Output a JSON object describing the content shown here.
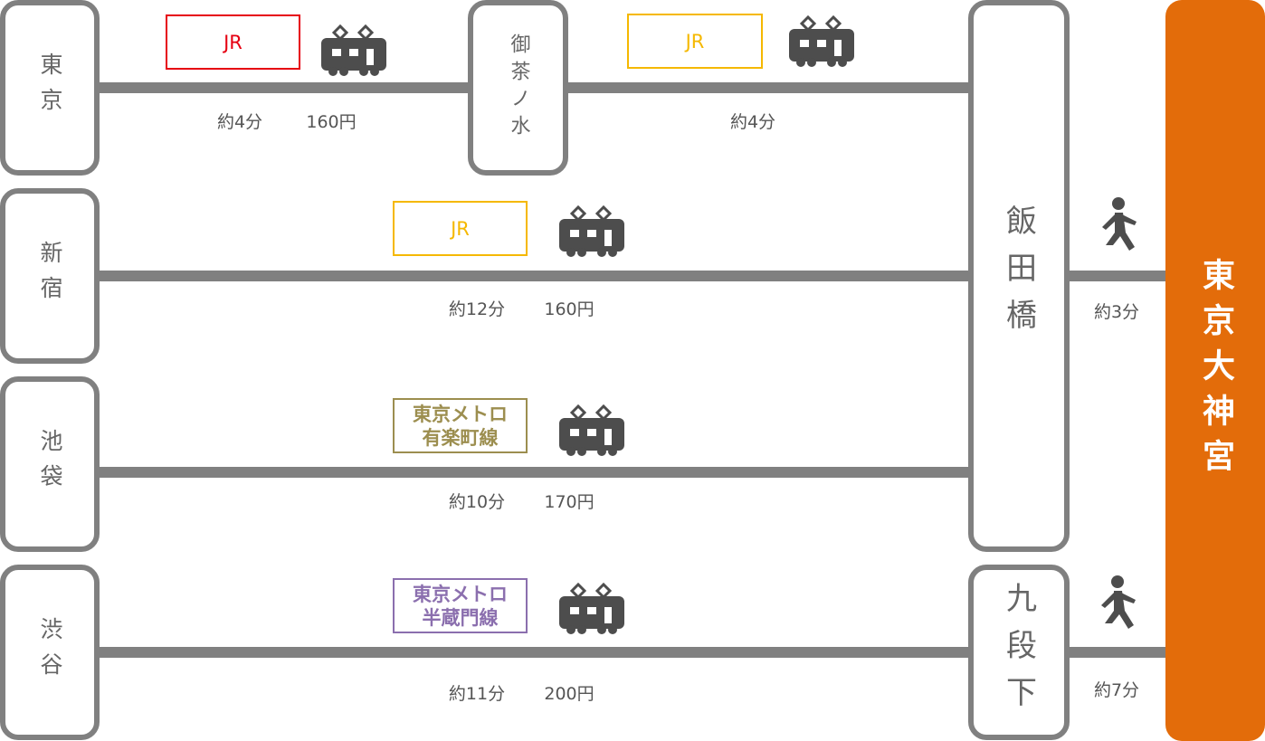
{
  "stations": {
    "tokyo": "東京",
    "shinjuku": "新宿",
    "ikebukuro": "池袋",
    "shibuya": "渋谷",
    "ochanomizu": "御茶ノ水",
    "iidabashi": "飯田橋",
    "kudanshita": "九段下"
  },
  "destination": {
    "label": "東京大神宮",
    "color": "#e36c0a"
  },
  "routes": [
    {
      "line": "JR",
      "line_color": "#e60012",
      "time": "約4分",
      "fare": "160円"
    },
    {
      "line": "JR",
      "line_color": "#f5b800",
      "time": "約4分"
    },
    {
      "line": "JR",
      "line_color": "#f5b800",
      "time": "約12分",
      "fare": "160円"
    },
    {
      "line": "東京メトロ\n有楽町線",
      "line_color": "#9c8e4f",
      "time": "約10分",
      "fare": "170円"
    },
    {
      "line": "東京メトロ\n半蔵門線",
      "line_color": "#8b6fae",
      "time": "約11分",
      "fare": "200円"
    }
  ],
  "walks": [
    {
      "time": "約3分"
    },
    {
      "time": "約7分"
    }
  ]
}
